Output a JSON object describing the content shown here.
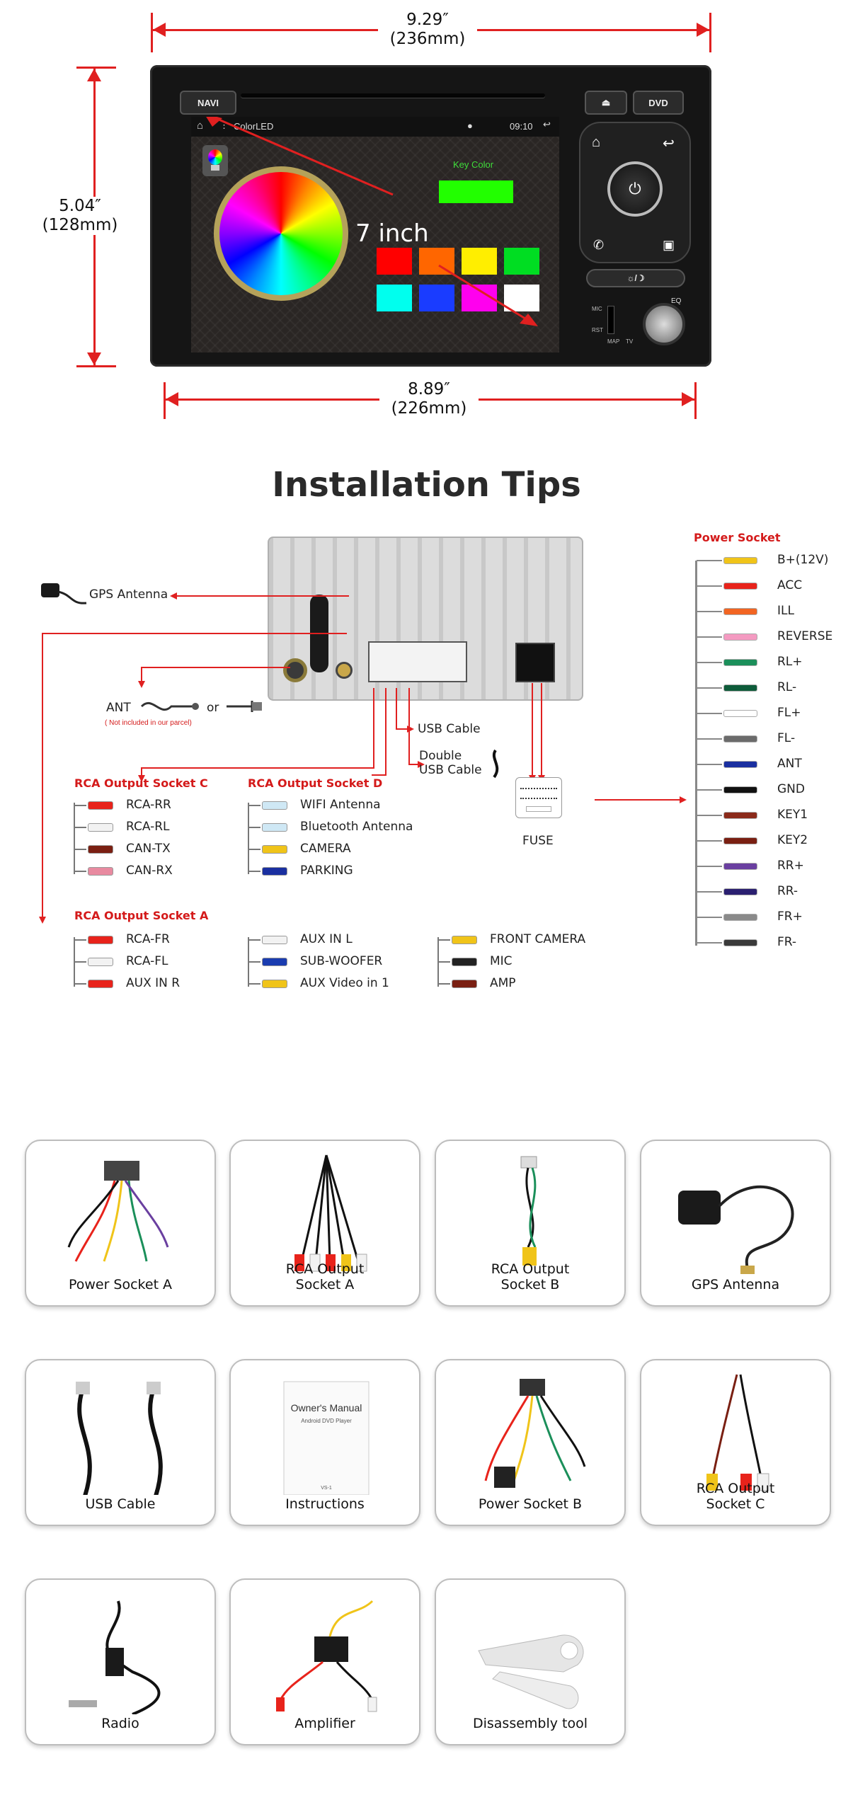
{
  "dimensions": {
    "width_top": {
      "inches": "9.29″",
      "mm": "(236mm)"
    },
    "height_left": {
      "inches": "5.04″",
      "mm": "(128mm)"
    },
    "width_bottom": {
      "inches": "8.89″",
      "mm": "(226mm)"
    }
  },
  "head_unit": {
    "navi_label": "NAVI",
    "dvd_label": "DVD",
    "eq_label": "EQ",
    "mic_label": "MIC",
    "rst_label": "RST",
    "map_label": "MAP",
    "tv_label": "TV",
    "status": {
      "app_name": "ColorLED",
      "time": "09:10"
    },
    "key_color_label": "Key Color",
    "screen_size_label": "7 inch",
    "key_colors": [
      "#ff0000",
      "#ff6600",
      "#ffee00",
      "#00dd22",
      "#00ffee",
      "#1a3cff",
      "#ff00ee",
      "#ffffff"
    ],
    "key_color_selected": "#22ff00"
  },
  "installation": {
    "title": "Installation Tips",
    "gps_antenna": "GPS Antenna",
    "ant": "ANT",
    "or": "or",
    "not_included": "( Not included in our parcel)",
    "usb_cable": "USB Cable",
    "double_usb_line1": "Double",
    "double_usb_line2": "USB Cable",
    "fuse": "FUSE",
    "power_socket": {
      "title": "Power Socket",
      "wires": [
        {
          "label": "B+(12V)",
          "color": "#f0c419"
        },
        {
          "label": "ACC",
          "color": "#e8231b"
        },
        {
          "label": "ILL",
          "color": "#f26522"
        },
        {
          "label": "REVERSE",
          "color": "#f49ac1"
        },
        {
          "label": "RL+",
          "color": "#1b8f5a"
        },
        {
          "label": "RL-",
          "color": "#0e5c3a"
        },
        {
          "label": "FL+",
          "color": "#ffffff"
        },
        {
          "label": "FL-",
          "color": "#6b6b6b"
        },
        {
          "label": "ANT",
          "color": "#1a2fa0"
        },
        {
          "label": "GND",
          "color": "#111111"
        },
        {
          "label": "KEY1",
          "color": "#8b2a1a"
        },
        {
          "label": "KEY2",
          "color": "#7a1f12"
        },
        {
          "label": "RR+",
          "color": "#6a3fa0"
        },
        {
          "label": "RR-",
          "color": "#2a1f70"
        },
        {
          "label": "FR+",
          "color": "#8a8a8a"
        },
        {
          "label": "FR-",
          "color": "#3a3a3a"
        }
      ]
    },
    "rca_c": {
      "title": "RCA Output Socket C",
      "items": [
        {
          "label": "RCA-RR",
          "color": "#e8231b"
        },
        {
          "label": "RCA-RL",
          "color": "#f2f2f2"
        },
        {
          "label": "CAN-TX",
          "color": "#7a1f12"
        },
        {
          "label": "CAN-RX",
          "color": "#e88aa0"
        }
      ]
    },
    "rca_d": {
      "title": "RCA Output Socket D",
      "items": [
        {
          "label": "WIFI Antenna",
          "color": "#cfe8f5"
        },
        {
          "label": "Bluetooth Antenna",
          "color": "#cfe8f5"
        },
        {
          "label": "CAMERA",
          "color": "#f0c419"
        },
        {
          "label": "PARKING",
          "color": "#1a2fa0"
        }
      ]
    },
    "rca_a": {
      "title": "RCA Output Socket A",
      "col1": [
        {
          "label": "RCA-FR",
          "color": "#e8231b"
        },
        {
          "label": "RCA-FL",
          "color": "#f2f2f2"
        },
        {
          "label": "AUX IN R",
          "color": "#e8231b"
        }
      ],
      "col2": [
        {
          "label": "AUX IN L",
          "color": "#f2f2f2"
        },
        {
          "label": "SUB-WOOFER",
          "color": "#1a3cb0"
        },
        {
          "label": "AUX Video in 1",
          "color": "#f0c419"
        }
      ],
      "col3": [
        {
          "label": "FRONT CAMERA",
          "color": "#f0c419"
        },
        {
          "label": "MIC",
          "color": "#222222"
        },
        {
          "label": "AMP",
          "color": "#7a1f12"
        }
      ]
    }
  },
  "accessories": [
    {
      "line1": "Power Socket A",
      "line2": ""
    },
    {
      "line1": "RCA Output",
      "line2": "Socket A"
    },
    {
      "line1": "RCA Output",
      "line2": "Socket B"
    },
    {
      "line1": "GPS Antenna",
      "line2": ""
    },
    {
      "line1": "USB Cable",
      "line2": ""
    },
    {
      "line1": "Instructions",
      "line2": ""
    },
    {
      "line1": "Power Socket B",
      "line2": ""
    },
    {
      "line1": "RCA Output",
      "line2": "Socket C"
    },
    {
      "line1": "Radio",
      "line2": ""
    },
    {
      "line1": "Amplifier",
      "line2": ""
    },
    {
      "line1": "Disassembly tool",
      "line2": ""
    }
  ],
  "manual": {
    "title": "Owner's Manual",
    "subtitle": "Android DVD Player",
    "code": "VS-1"
  }
}
